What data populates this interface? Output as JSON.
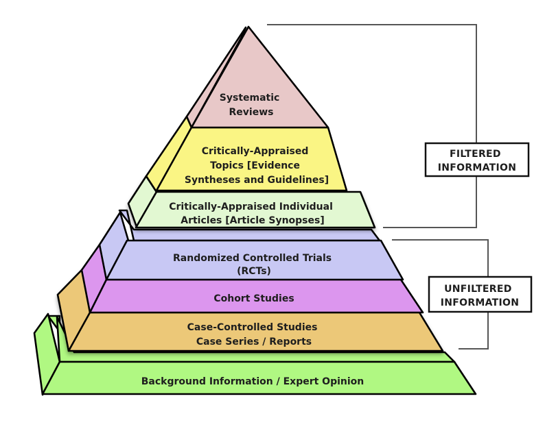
{
  "title": "Evidence Pyramid",
  "layers": [
    {
      "id": "systematic-reviews",
      "lines": [
        "Systematic",
        "Reviews"
      ],
      "color": "#e8c8c8",
      "side_color": "#e8c8c8"
    },
    {
      "id": "critically-appraised-topics",
      "lines": [
        "Critically-Appraised",
        "Topics [Evidence",
        "Syntheses and Guidelines]"
      ],
      "color": "#faf584",
      "side_color": "#faf584"
    },
    {
      "id": "critically-appraised-articles",
      "lines": [
        "Critically-Appraised Individual",
        "Articles [Article Synopses]"
      ],
      "color": "#e2f8d2",
      "side_color": "#e2f8d2"
    },
    {
      "id": "rcts",
      "lines": [
        "Randomized Controlled Trials",
        "(RCTs)"
      ],
      "color": "#c8c8f4",
      "side_color": "#c8c8f4"
    },
    {
      "id": "cohort-studies",
      "lines": [
        "Cohort Studies"
      ],
      "color": "#dc96ee",
      "side_color": "#dc96ee"
    },
    {
      "id": "case-controlled",
      "lines": [
        "Case-Controlled Studies",
        "Case Series / Reports"
      ],
      "color": "#ecc878",
      "side_color": "#ecc878"
    },
    {
      "id": "background-information",
      "lines": [
        "Background Information / Expert Opinion"
      ],
      "color": "#b0f882",
      "side_color": "#b0f882"
    }
  ],
  "groups": [
    {
      "id": "filtered",
      "lines": [
        "FILTERED",
        "INFORMATION"
      ],
      "covers": [
        "systematic-reviews",
        "critically-appraised-topics",
        "critically-appraised-articles"
      ]
    },
    {
      "id": "unfiltered",
      "lines": [
        "UNFILTERED",
        "INFORMATION"
      ],
      "covers": [
        "rcts",
        "cohort-studies",
        "case-controlled"
      ]
    }
  ]
}
